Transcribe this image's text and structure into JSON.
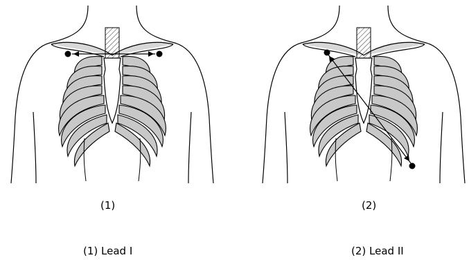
{
  "figures": [
    {
      "number_label": "(1)",
      "caption": "(1) Lead I"
    },
    {
      "number_label": "(2)",
      "caption": "(2) Lead II"
    }
  ],
  "colors": {
    "bone_fill": "#c8c8c8",
    "outline": "#000000",
    "background": "#ffffff"
  }
}
